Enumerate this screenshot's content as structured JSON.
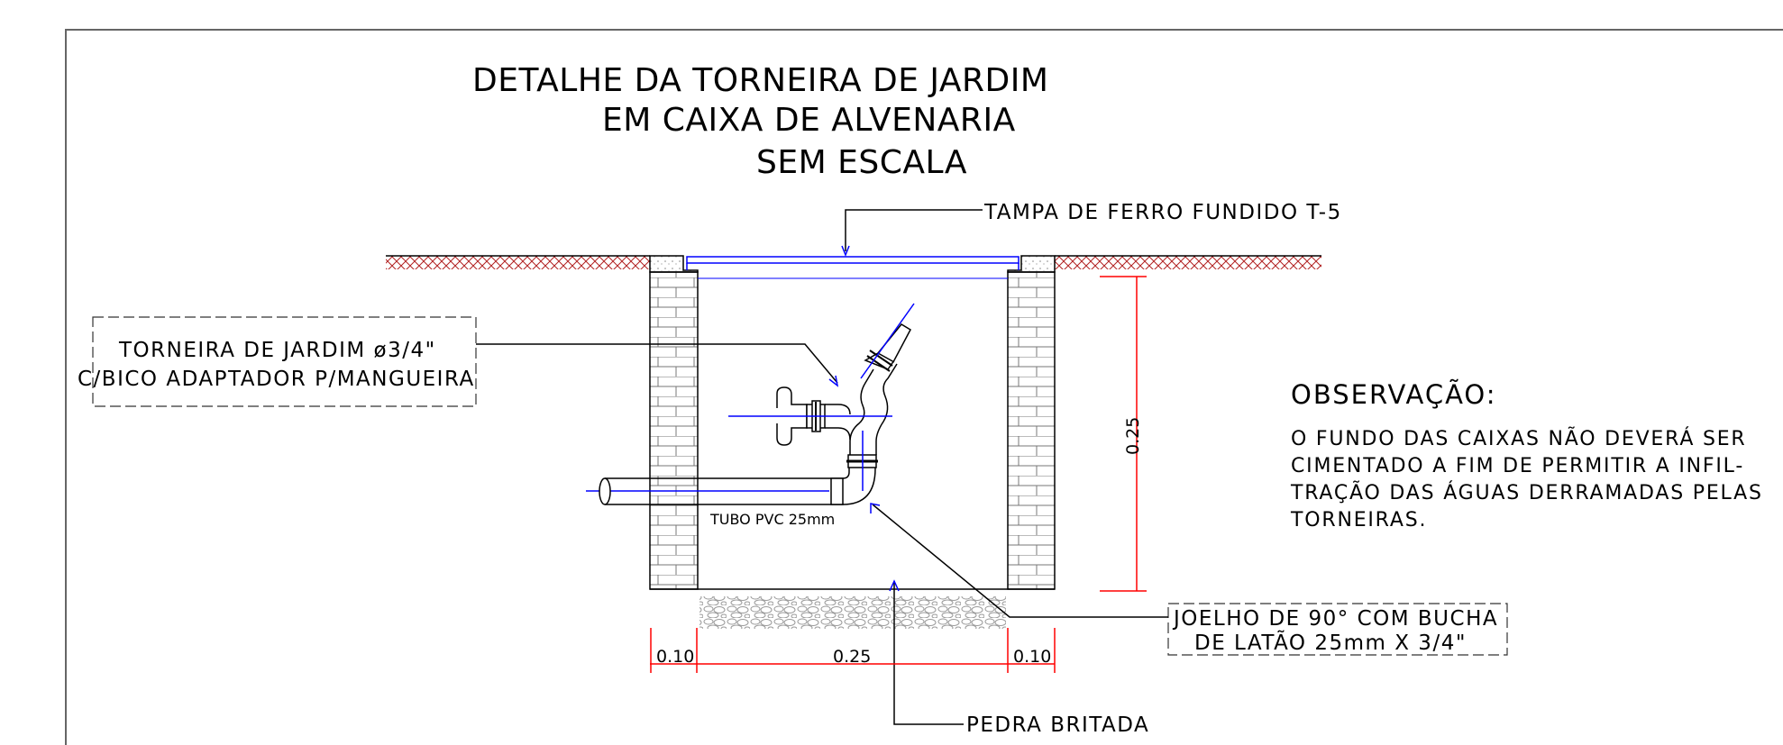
{
  "title": {
    "line1": "DETALHE DA TORNEIRA DE JARDIM",
    "line2": "EM CAIXA DE ALVENARIA",
    "line3": "SEM ESCALA"
  },
  "labels": {
    "tampa": "TAMPA DE FERRO FUNDIDO T-5",
    "torneira_line1": "TORNEIRA DE JARDIM ø3/4\"",
    "torneira_line2": "C/BICO ADAPTADOR P/MANGUEIRA",
    "tubo": "TUBO PVC 25mm",
    "joelho_line1": "JOELHO DE 90° COM BUCHA",
    "joelho_line2": "DE LATÃO 25mm X 3/4\"",
    "pedra": "PEDRA BRITADA"
  },
  "dimensions": {
    "height": "0.25",
    "wall_left": "0.10",
    "inner_width": "0.25",
    "wall_right": "0.10"
  },
  "observacao": {
    "title": "OBSERVAÇÃO:",
    "lines": [
      "O FUNDO DAS CAIXAS NÃO DEVERÁ SER",
      "CIMENTADO A FIM DE PERMITIR A INFIL-",
      "TRAÇÃO DAS ÁGUAS DERRAMADAS PELAS",
      "TORNEIRAS."
    ]
  },
  "colors": {
    "outline": "#000000",
    "pipe_axis": "#0000ff",
    "dimension": "#ff0000",
    "ground_hatch": "#b22222",
    "gravel": "#9a9a9a",
    "frame": "#666666"
  }
}
